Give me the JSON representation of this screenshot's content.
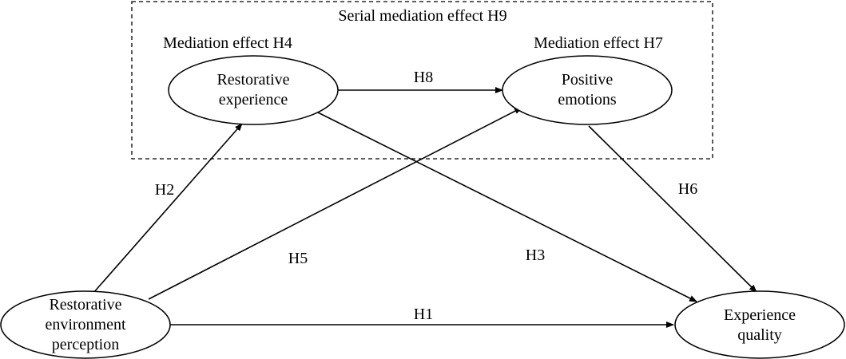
{
  "group": {
    "title": "Serial mediation effect H9",
    "left_label": "Mediation effect H4",
    "right_label": "Mediation effect H7"
  },
  "nodes": {
    "restorative_experience": [
      "Restorative",
      "experience"
    ],
    "positive_emotions": [
      "Positive",
      "emotions"
    ],
    "environment_perception": [
      "Restorative",
      "environment",
      "perception"
    ],
    "experience_quality": [
      "Experience",
      "quality"
    ]
  },
  "edges": {
    "h1": "H1",
    "h2": "H2",
    "h3": "H3",
    "h5": "H5",
    "h6": "H6",
    "h8": "H8"
  }
}
